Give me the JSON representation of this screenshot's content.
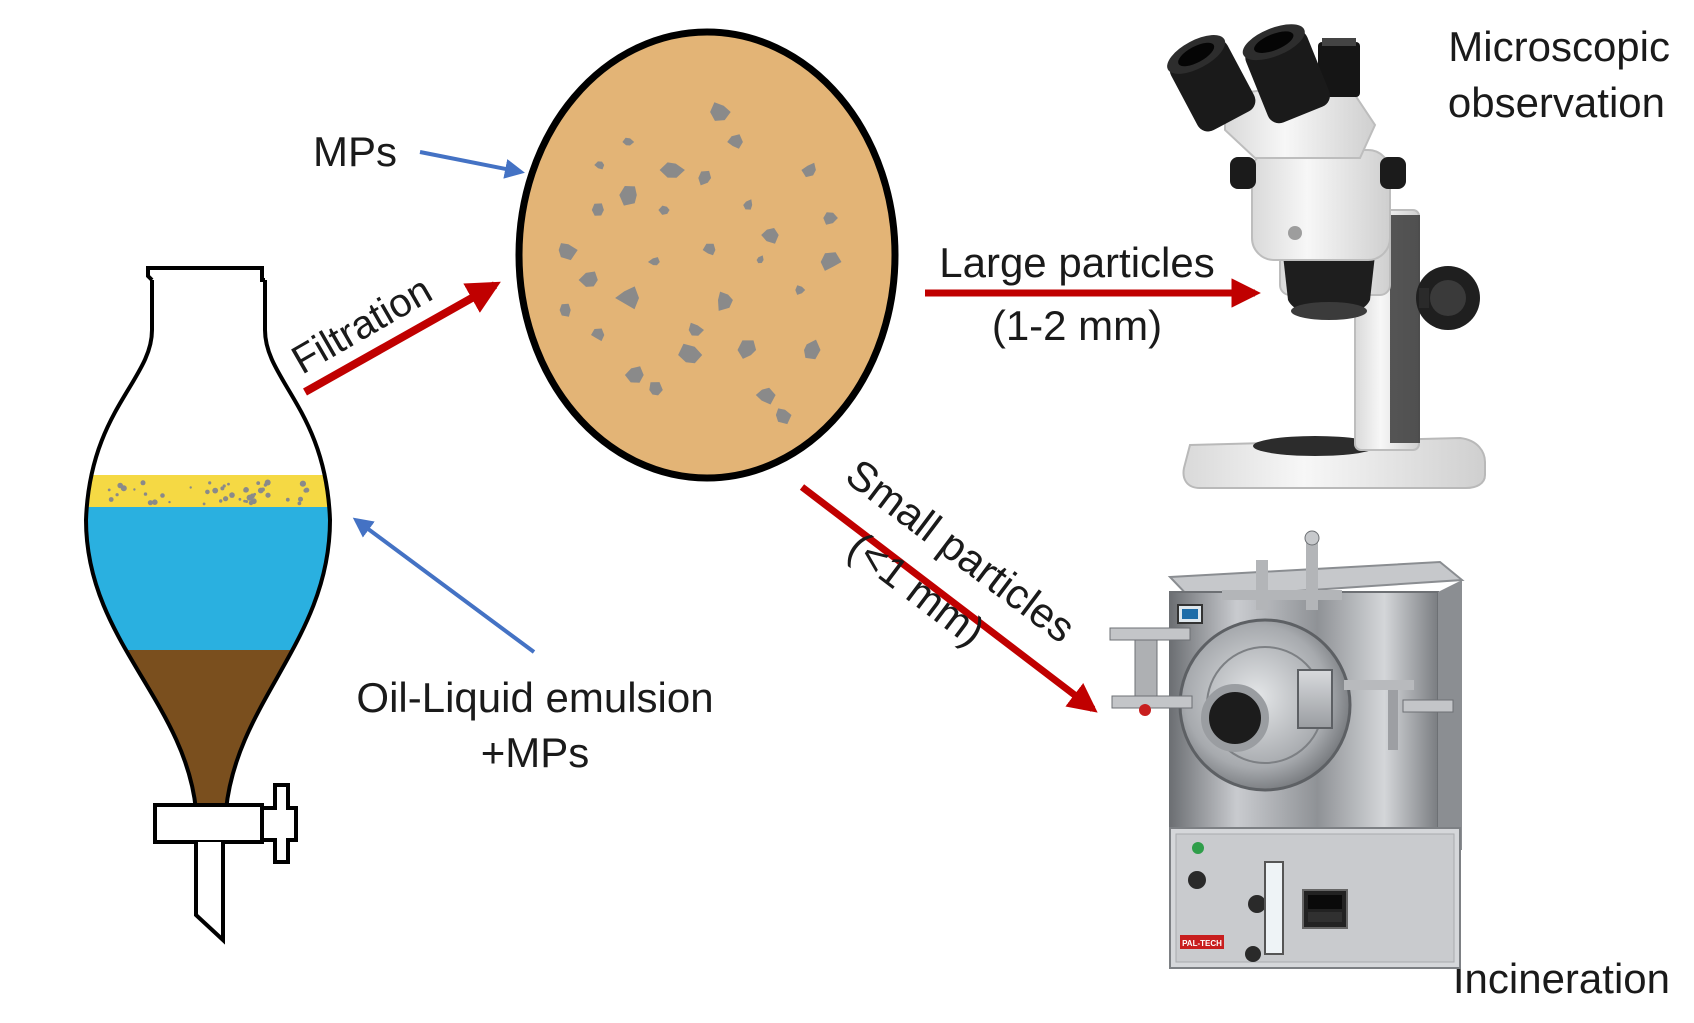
{
  "labels": {
    "mps": "MPs",
    "filtration": "Filtration",
    "emulsion_line1": "Oil-Liquid emulsion",
    "emulsion_line2": "+MPs",
    "large_particles": "Large particles",
    "large_size": "(1-2 mm)",
    "small_particles": "Small particles",
    "small_size": "(<1 mm)",
    "microscopic_line1": "Microscopic",
    "microscopic_line2": "observation",
    "incineration": "Incineration",
    "furnace_brand": "PAL-TECH"
  },
  "colors": {
    "red_arrow": "#c00000",
    "blue_arrow": "#4472c4",
    "filter_paper": "#e3b476",
    "particle": "#8a8a8a",
    "oil_layer": "#f5d944",
    "water_layer": "#2ab0e0",
    "sediment_layer": "#7a4f1e"
  }
}
